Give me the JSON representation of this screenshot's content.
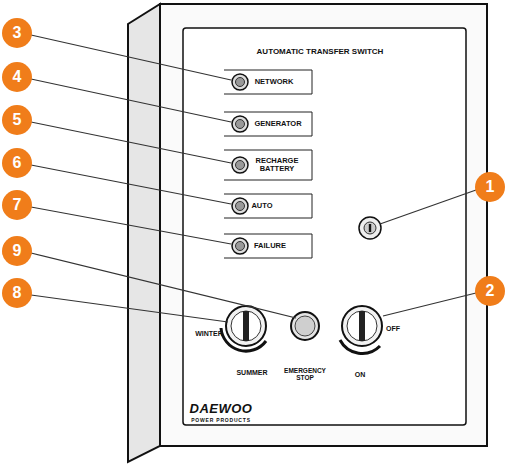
{
  "diagram": {
    "labels": [
      "3",
      "4",
      "5",
      "6",
      "7",
      "9",
      "8",
      "1",
      "2",
      "AUTOMATIC TRANSFER SWITCH",
      "NETWORK",
      "GENERATOR",
      "RECHARGE BATTERY",
      "AUTO",
      "FAILURE",
      "WINTER",
      "SUMMER",
      "EMERGENCY STOP",
      "OFF",
      "ON",
      "DAEWOO",
      "POWER PRODUCTS"
    ]
  }
}
